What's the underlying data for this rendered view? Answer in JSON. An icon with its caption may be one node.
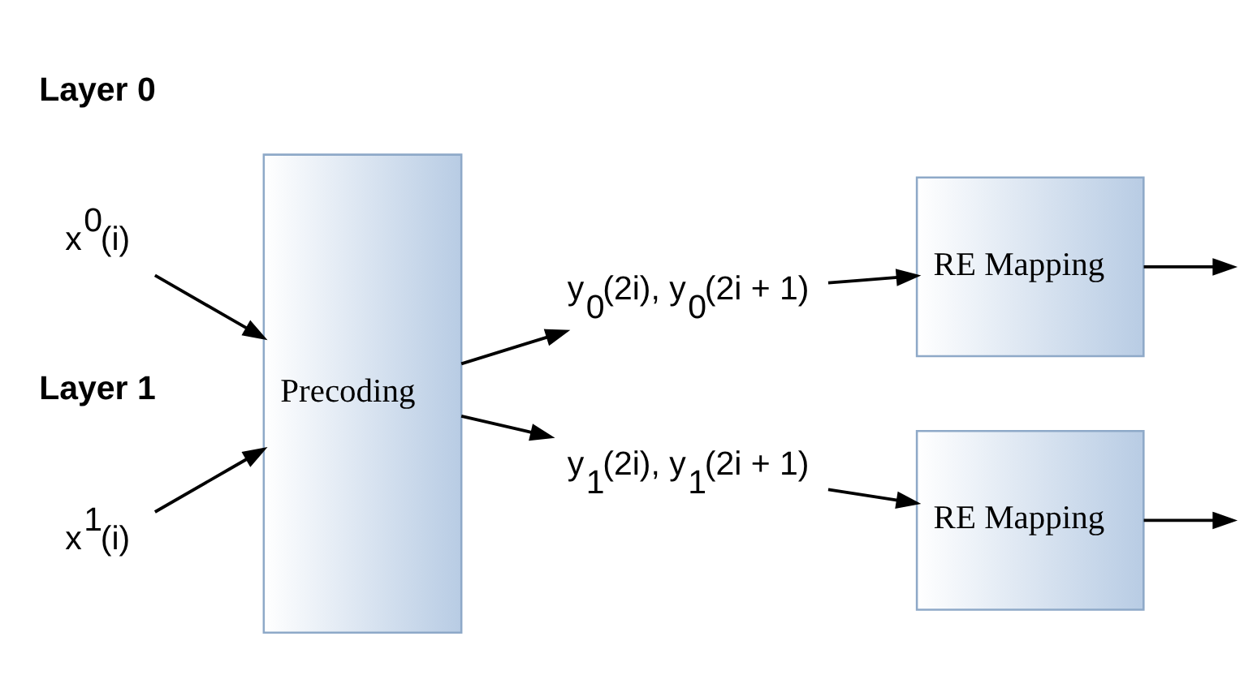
{
  "diagram": {
    "nodes": [
      {
        "text": [
          "x$^{0}$(i)"
        ]
      },
      {
        "text": [
          "Precoding"
        ]
      },
      {
        "text": [
          "y$_{0}$(2i), y$_{0}$(2i + 1)"
        ]
      },
      {
        "text": [
          "RE Mapping"
        ]
      },
      {
        "text": [
          "x$^{1}$(i)"
        ]
      },
      {
        "text": [
          "y$_{1}$(2i), y$_{1}$(2i + 1)"
        ]
      },
      {
        "text": [
          "RE Mapping"
        ]
      }
    ],
    "edges": [
      {
        "from": 0,
        "to": 1,
        "arrow": "to"
      },
      {
        "from": 1,
        "to": 2,
        "arrow": "to"
      },
      {
        "from": 2,
        "to": 3,
        "arrow": "to"
      },
      {
        "from": 3,
        "to": null,
        "arrow": "to"
      },
      {
        "from": 4,
        "to": 1,
        "arrow": "to"
      },
      {
        "from": 1,
        "to": 5,
        "arrow": "to"
      },
      {
        "from": 5,
        "to": 6,
        "arrow": "to"
      },
      {
        "from": 6,
        "to": null,
        "arrow": "to"
      }
    ],
    "labels": [
      "Layer 0",
      "Layer 1"
    ]
  }
}
